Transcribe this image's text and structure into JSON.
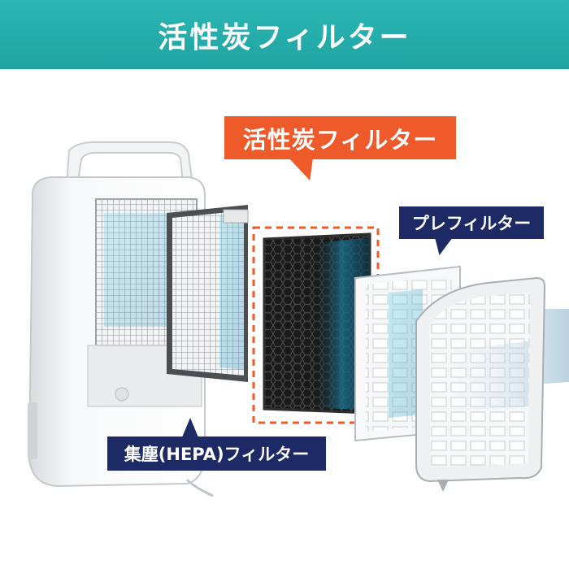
{
  "header": {
    "title": "活性炭フィルター"
  },
  "labels": {
    "carbon_filter": "活性炭フィルター",
    "pre_filter": "プレフィルター",
    "hepa_filter": "集塵(HEPA)フィルター"
  },
  "colors": {
    "header_bg": "#22aaa8",
    "carbon_label_bg": "#ef5a2a",
    "navy_label_bg": "#1e2a66",
    "dashed_outline": "#ef5a2a"
  }
}
